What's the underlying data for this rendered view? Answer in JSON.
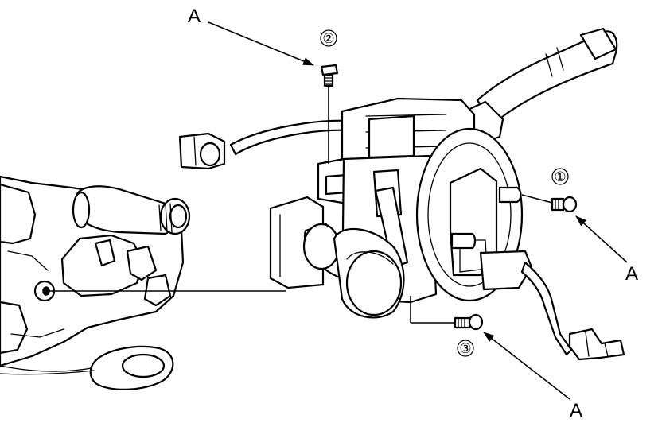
{
  "labels": {
    "a_top": "A",
    "a_right": "A",
    "a_bottom": "A"
  },
  "bolts": {
    "one": "①",
    "two": "②",
    "three": "③"
  }
}
